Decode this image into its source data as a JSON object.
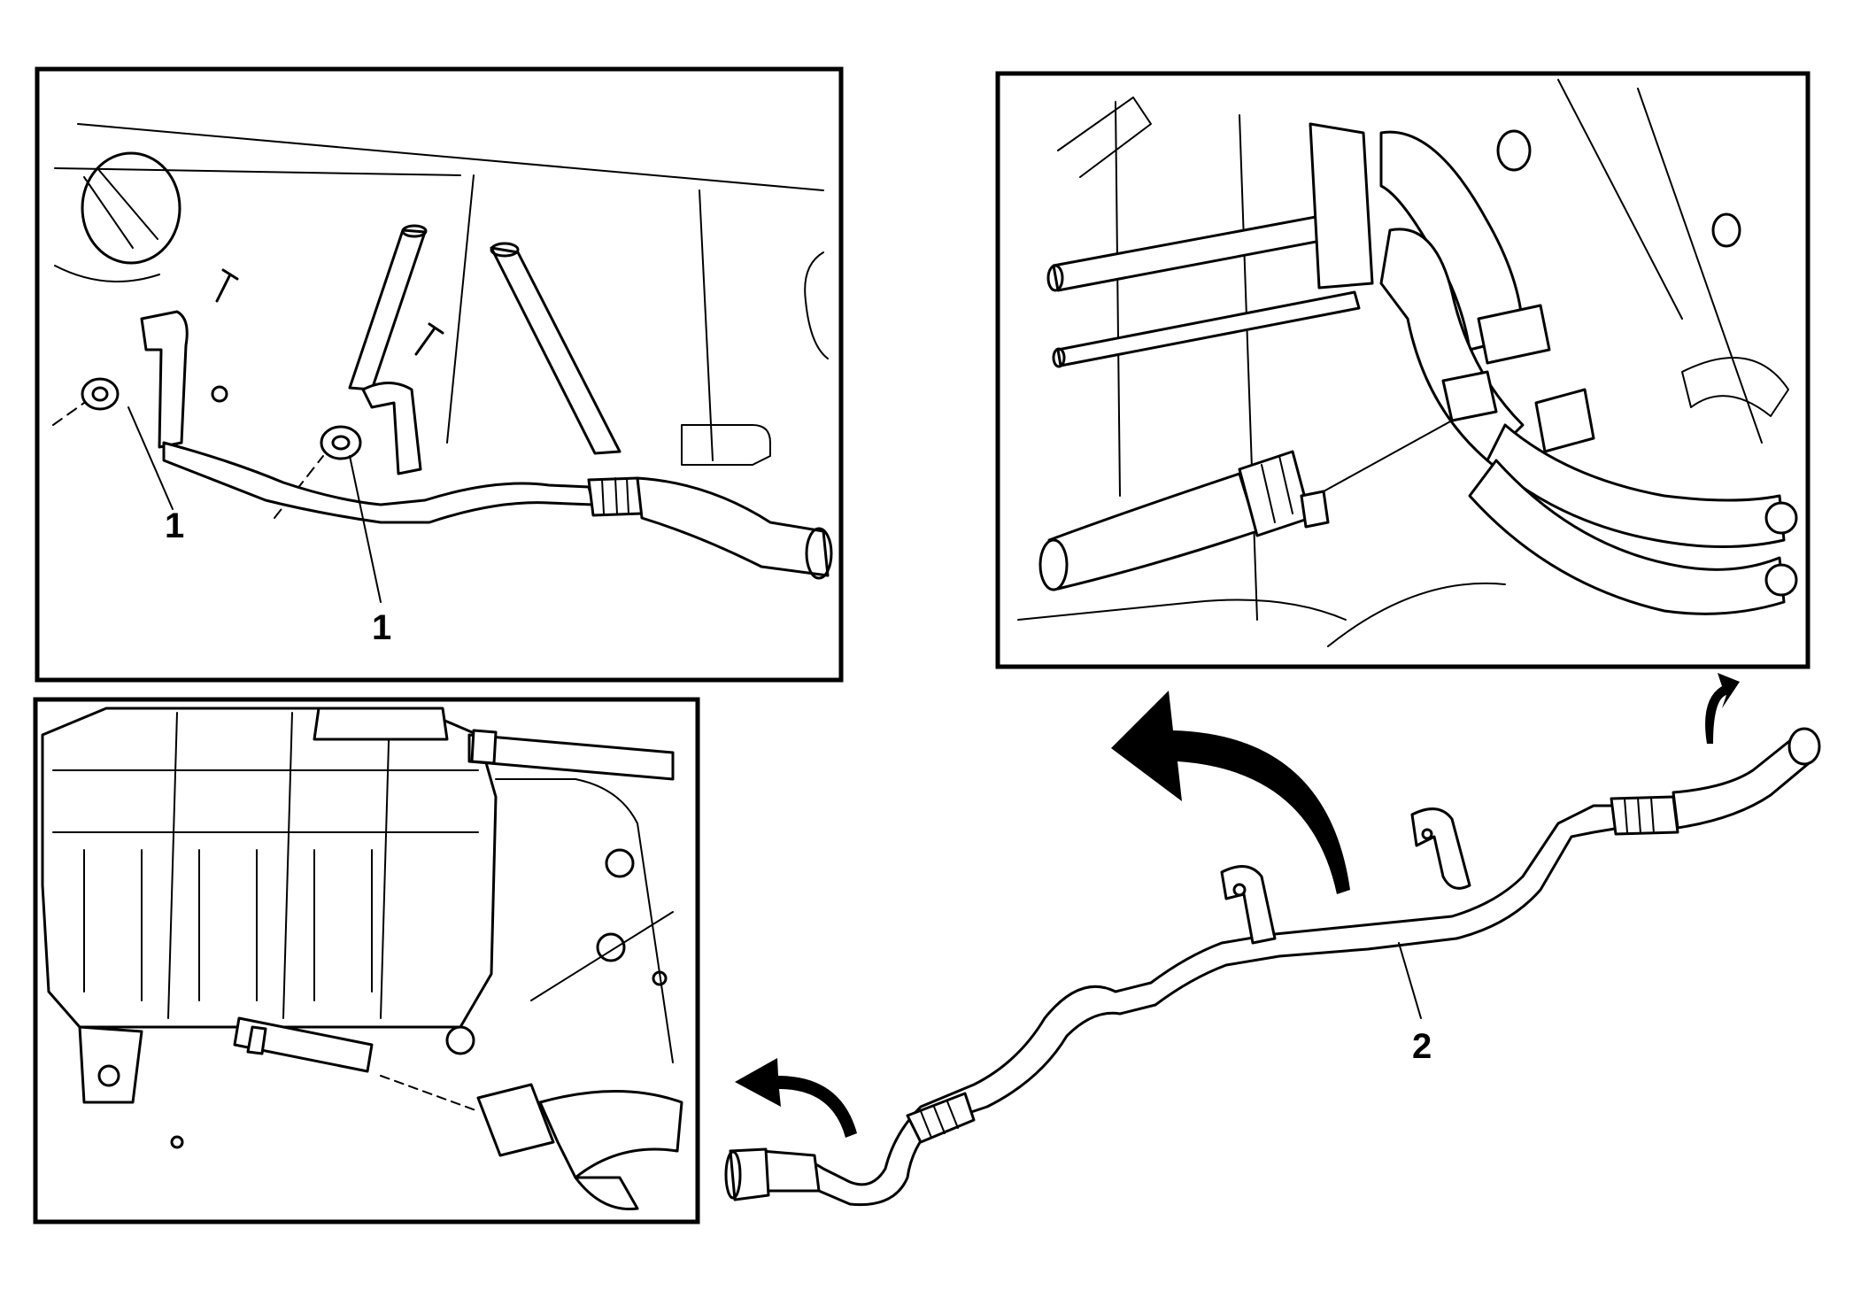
{
  "callouts": {
    "c1_left": "1",
    "c1_right": "1",
    "c2": "2"
  },
  "colors": {
    "line": "#000000",
    "background": "#ffffff"
  }
}
